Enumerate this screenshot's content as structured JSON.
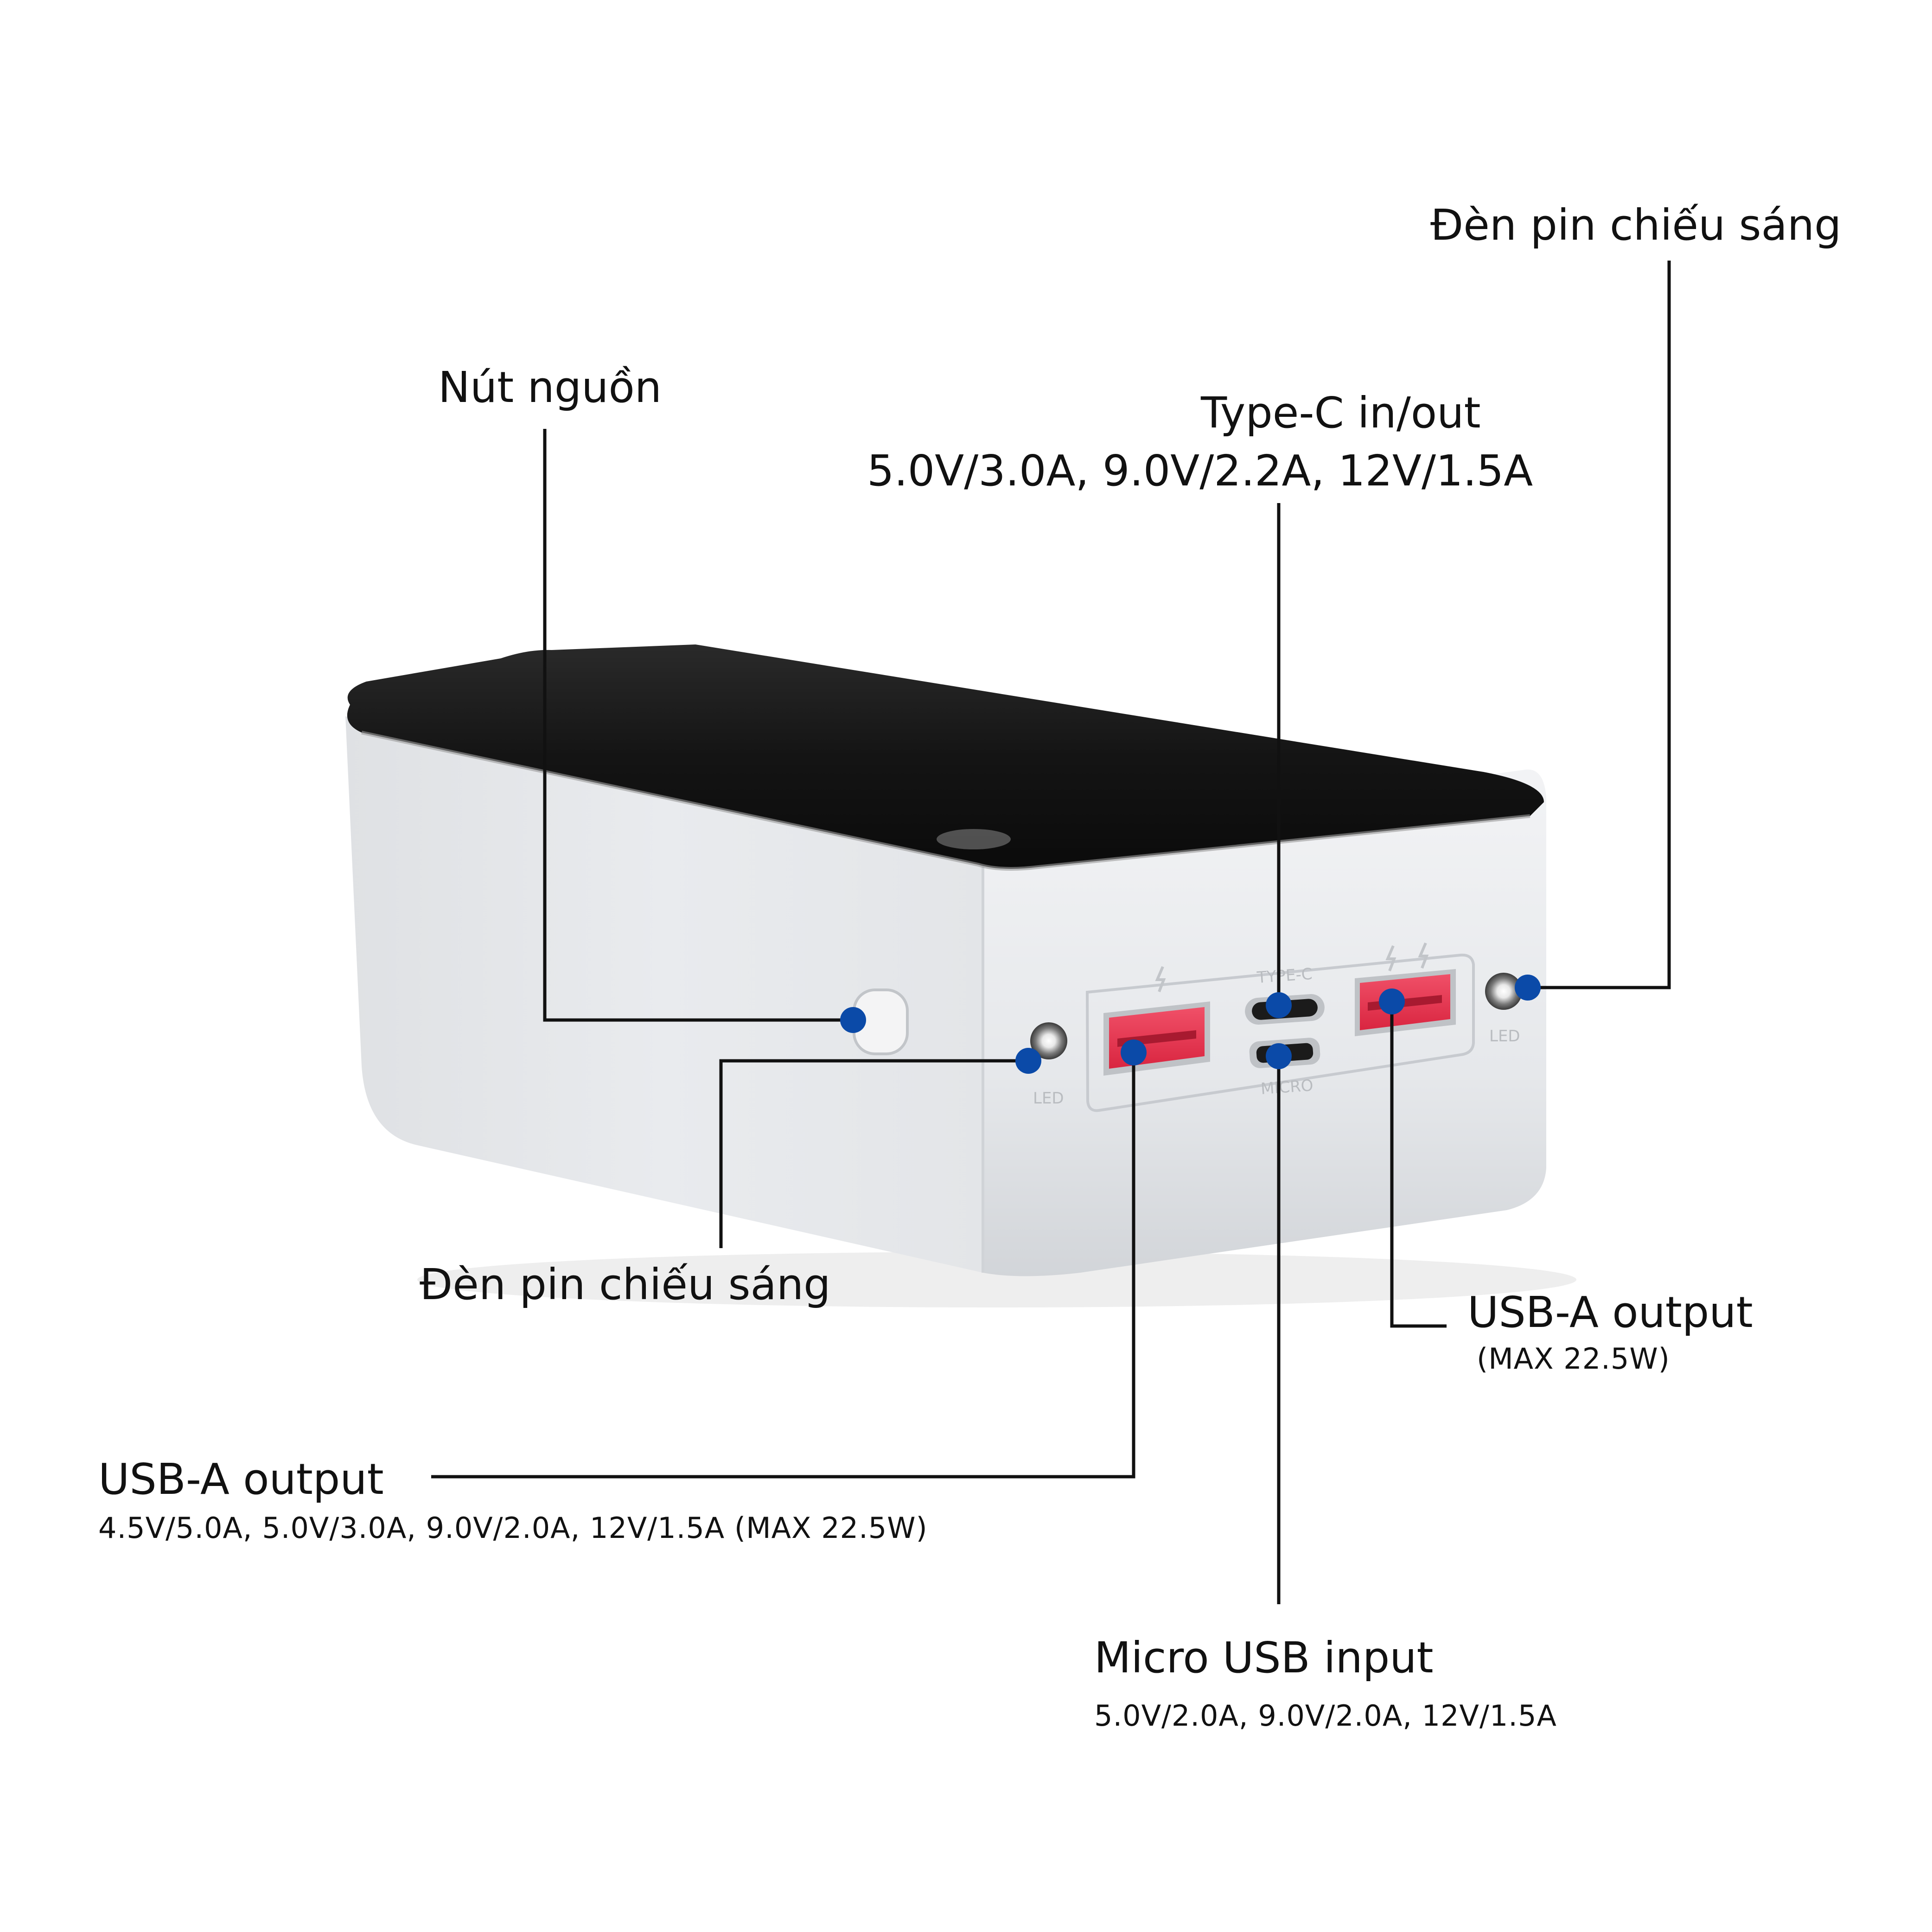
{
  "colors": {
    "background": "#ffffff",
    "line": "#111111",
    "dot": "#0b4aa8",
    "body_white": "#e7e9ec",
    "top_black": "#161616",
    "usb_red": "#e8334f",
    "panel_label": "#b9bcc0"
  },
  "device": {
    "port_labels": {
      "type_c": "TYPE-C",
      "micro": "MICRO",
      "led_left": "LED",
      "led_right": "LED"
    }
  },
  "callouts": {
    "flashlight_top": {
      "title": "Đèn pin chiếu sáng"
    },
    "power_button": {
      "title": "Nút nguồn"
    },
    "type_c": {
      "title": "Type-C in/out",
      "spec": "5.0V/3.0A, 9.0V/2.2A, 12V/1.5A"
    },
    "flashlight_left": {
      "title": "Đèn pin chiếu sáng"
    },
    "usb_a_right": {
      "title": "USB-A output",
      "spec": "(MAX 22.5W)"
    },
    "usb_a_left": {
      "title": "USB-A output",
      "spec": "4.5V/5.0A, 5.0V/3.0A, 9.0V/2.0A, 12V/1.5A (MAX 22.5W)"
    },
    "micro_usb": {
      "title": "Micro USB input",
      "spec": "5.0V/2.0A, 9.0V/2.0A, 12V/1.5A"
    }
  }
}
